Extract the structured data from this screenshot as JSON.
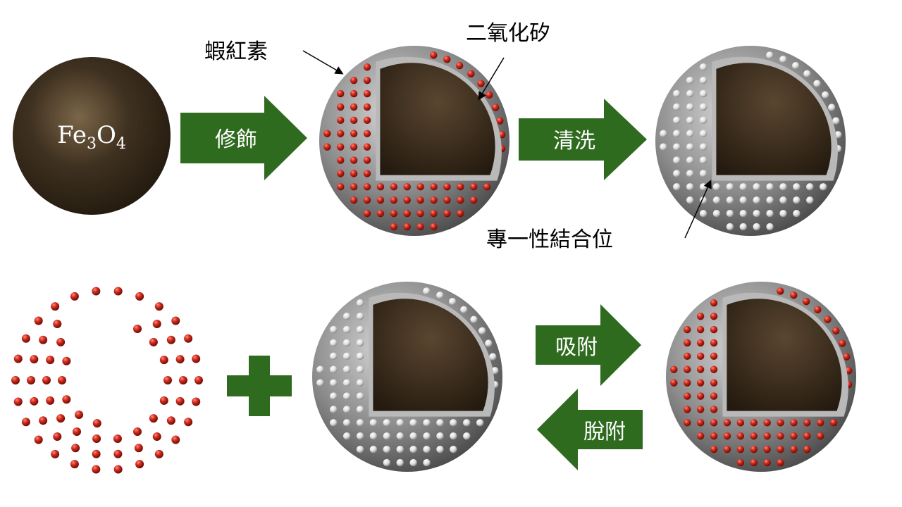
{
  "labels": {
    "fe3o4_main": "Fe",
    "fe3o4_sub1": "3",
    "fe3o4_mid": "O",
    "fe3o4_sub2": "4",
    "hemoglobin": "蝦紅素",
    "silica": "二氧化矽",
    "binding_sites": "專一性結合位"
  },
  "arrows": {
    "modify": "修飾",
    "wash": "清洗",
    "adsorb": "吸附",
    "desorb": "脫附"
  },
  "colors": {
    "arrow_green": "#2f6b1f",
    "core_brown": "#3a2d1c",
    "shell_gray": "#8a8a8a",
    "dot_red": "#c81e14",
    "dot_white": "#eeeeee"
  }
}
